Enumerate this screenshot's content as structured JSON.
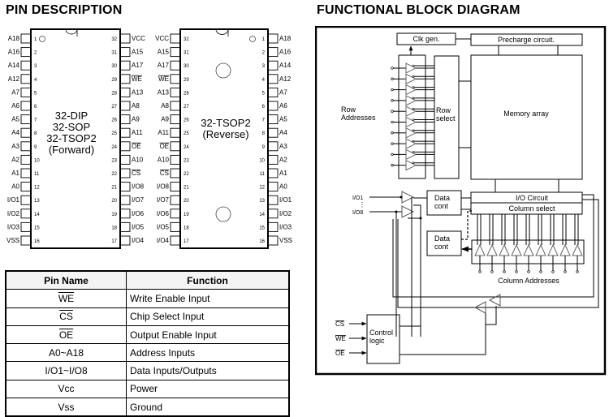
{
  "pin_description": {
    "title": "PIN DESCRIPTION",
    "forward_package": {
      "labels": [
        "32-DIP",
        "32-SOP",
        "32-TSOP2",
        "(Forward)"
      ],
      "left_pins": [
        {
          "num": "1",
          "name": "A18",
          "overline": false
        },
        {
          "num": "2",
          "name": "A16",
          "overline": false
        },
        {
          "num": "3",
          "name": "A14",
          "overline": false
        },
        {
          "num": "4",
          "name": "A12",
          "overline": false
        },
        {
          "num": "5",
          "name": "A7",
          "overline": false
        },
        {
          "num": "6",
          "name": "A6",
          "overline": false
        },
        {
          "num": "7",
          "name": "A5",
          "overline": false
        },
        {
          "num": "8",
          "name": "A4",
          "overline": false
        },
        {
          "num": "9",
          "name": "A3",
          "overline": false
        },
        {
          "num": "10",
          "name": "A2",
          "overline": false
        },
        {
          "num": "11",
          "name": "A1",
          "overline": false
        },
        {
          "num": "12",
          "name": "A0",
          "overline": false
        },
        {
          "num": "13",
          "name": "I/O1",
          "overline": false
        },
        {
          "num": "14",
          "name": "I/O2",
          "overline": false
        },
        {
          "num": "15",
          "name": "I/O3",
          "overline": false
        },
        {
          "num": "16",
          "name": "VSS",
          "overline": false
        }
      ],
      "right_pins": [
        {
          "num": "32",
          "name": "VCC",
          "overline": false
        },
        {
          "num": "31",
          "name": "A15",
          "overline": false
        },
        {
          "num": "30",
          "name": "A17",
          "overline": false
        },
        {
          "num": "29",
          "name": "WE",
          "overline": true
        },
        {
          "num": "28",
          "name": "A13",
          "overline": false
        },
        {
          "num": "27",
          "name": "A8",
          "overline": false
        },
        {
          "num": "26",
          "name": "A9",
          "overline": false
        },
        {
          "num": "25",
          "name": "A11",
          "overline": false
        },
        {
          "num": "24",
          "name": "OE",
          "overline": true
        },
        {
          "num": "23",
          "name": "A10",
          "overline": false
        },
        {
          "num": "22",
          "name": "CS",
          "overline": true
        },
        {
          "num": "21",
          "name": "I/O8",
          "overline": false
        },
        {
          "num": "20",
          "name": "I/O7",
          "overline": false
        },
        {
          "num": "19",
          "name": "I/O6",
          "overline": false
        },
        {
          "num": "18",
          "name": "I/O5",
          "overline": false
        },
        {
          "num": "17",
          "name": "I/O4",
          "overline": false
        }
      ]
    },
    "reverse_package": {
      "labels": [
        "32-TSOP2",
        "(Reverse)"
      ],
      "left_pins": [
        {
          "num": "32",
          "name": "VCC",
          "overline": false
        },
        {
          "num": "31",
          "name": "A15",
          "overline": false
        },
        {
          "num": "30",
          "name": "A17",
          "overline": false
        },
        {
          "num": "29",
          "name": "WE",
          "overline": true
        },
        {
          "num": "28",
          "name": "A13",
          "overline": false
        },
        {
          "num": "27",
          "name": "A8",
          "overline": false
        },
        {
          "num": "26",
          "name": "A9",
          "overline": false
        },
        {
          "num": "25",
          "name": "A11",
          "overline": false
        },
        {
          "num": "24",
          "name": "OE",
          "overline": true
        },
        {
          "num": "23",
          "name": "A10",
          "overline": false
        },
        {
          "num": "22",
          "name": "CS",
          "overline": true
        },
        {
          "num": "21",
          "name": "I/O8",
          "overline": false
        },
        {
          "num": "20",
          "name": "I/O7",
          "overline": false
        },
        {
          "num": "19",
          "name": "I/O6",
          "overline": false
        },
        {
          "num": "18",
          "name": "I/O5",
          "overline": false
        },
        {
          "num": "17",
          "name": "I/O4",
          "overline": false
        }
      ],
      "right_pins": [
        {
          "num": "1",
          "name": "A18",
          "overline": false
        },
        {
          "num": "2",
          "name": "A16",
          "overline": false
        },
        {
          "num": "3",
          "name": "A14",
          "overline": false
        },
        {
          "num": "4",
          "name": "A12",
          "overline": false
        },
        {
          "num": "5",
          "name": "A7",
          "overline": false
        },
        {
          "num": "6",
          "name": "A6",
          "overline": false
        },
        {
          "num": "7",
          "name": "A5",
          "overline": false
        },
        {
          "num": "8",
          "name": "A4",
          "overline": false
        },
        {
          "num": "9",
          "name": "A3",
          "overline": false
        },
        {
          "num": "10",
          "name": "A2",
          "overline": false
        },
        {
          "num": "11",
          "name": "A1",
          "overline": false
        },
        {
          "num": "12",
          "name": "A0",
          "overline": false
        },
        {
          "num": "13",
          "name": "I/O1",
          "overline": false
        },
        {
          "num": "14",
          "name": "I/O2",
          "overline": false
        },
        {
          "num": "15",
          "name": "I/O3",
          "overline": false
        },
        {
          "num": "16",
          "name": "VSS",
          "overline": false
        }
      ]
    },
    "table": {
      "headers": [
        "Pin Name",
        "Function"
      ],
      "rows": [
        {
          "name": "WE",
          "overline": true,
          "function": "Write Enable Input"
        },
        {
          "name": "CS",
          "overline": true,
          "function": "Chip Select Input"
        },
        {
          "name": "OE",
          "overline": true,
          "function": "Output Enable Input"
        },
        {
          "name": "A0~A18",
          "overline": false,
          "function": "Address Inputs"
        },
        {
          "name": "I/O1~I/O8",
          "overline": false,
          "function": "Data Inputs/Outputs"
        },
        {
          "name": "Vcc",
          "overline": false,
          "function": "Power"
        },
        {
          "name": "Vss",
          "overline": false,
          "function": "Ground"
        }
      ]
    }
  },
  "block_diagram": {
    "title": "FUNCTIONAL BLOCK DIAGRAM",
    "blocks": {
      "clk_gen": "Clk gen.",
      "precharge": "Precharge circuit.",
      "row_select": [
        "Row",
        "select"
      ],
      "memory_array": "Memory array",
      "io_circuit": "I/O Circuit",
      "column_select": "Column select",
      "data_cont_1": [
        "Data",
        "cont"
      ],
      "data_cont_2": [
        "Data",
        "cont"
      ],
      "control_logic": [
        "Control",
        "logic"
      ]
    },
    "labels": {
      "row_addresses": [
        "Row",
        "Addresses"
      ],
      "column_addresses": "Column Addresses",
      "io_top": "I/O1",
      "io_bottom": "I/O8",
      "control_inputs": [
        "CS",
        "WE",
        "OE"
      ]
    },
    "row_buffer_count": 10,
    "column_buffer_count": 9
  }
}
